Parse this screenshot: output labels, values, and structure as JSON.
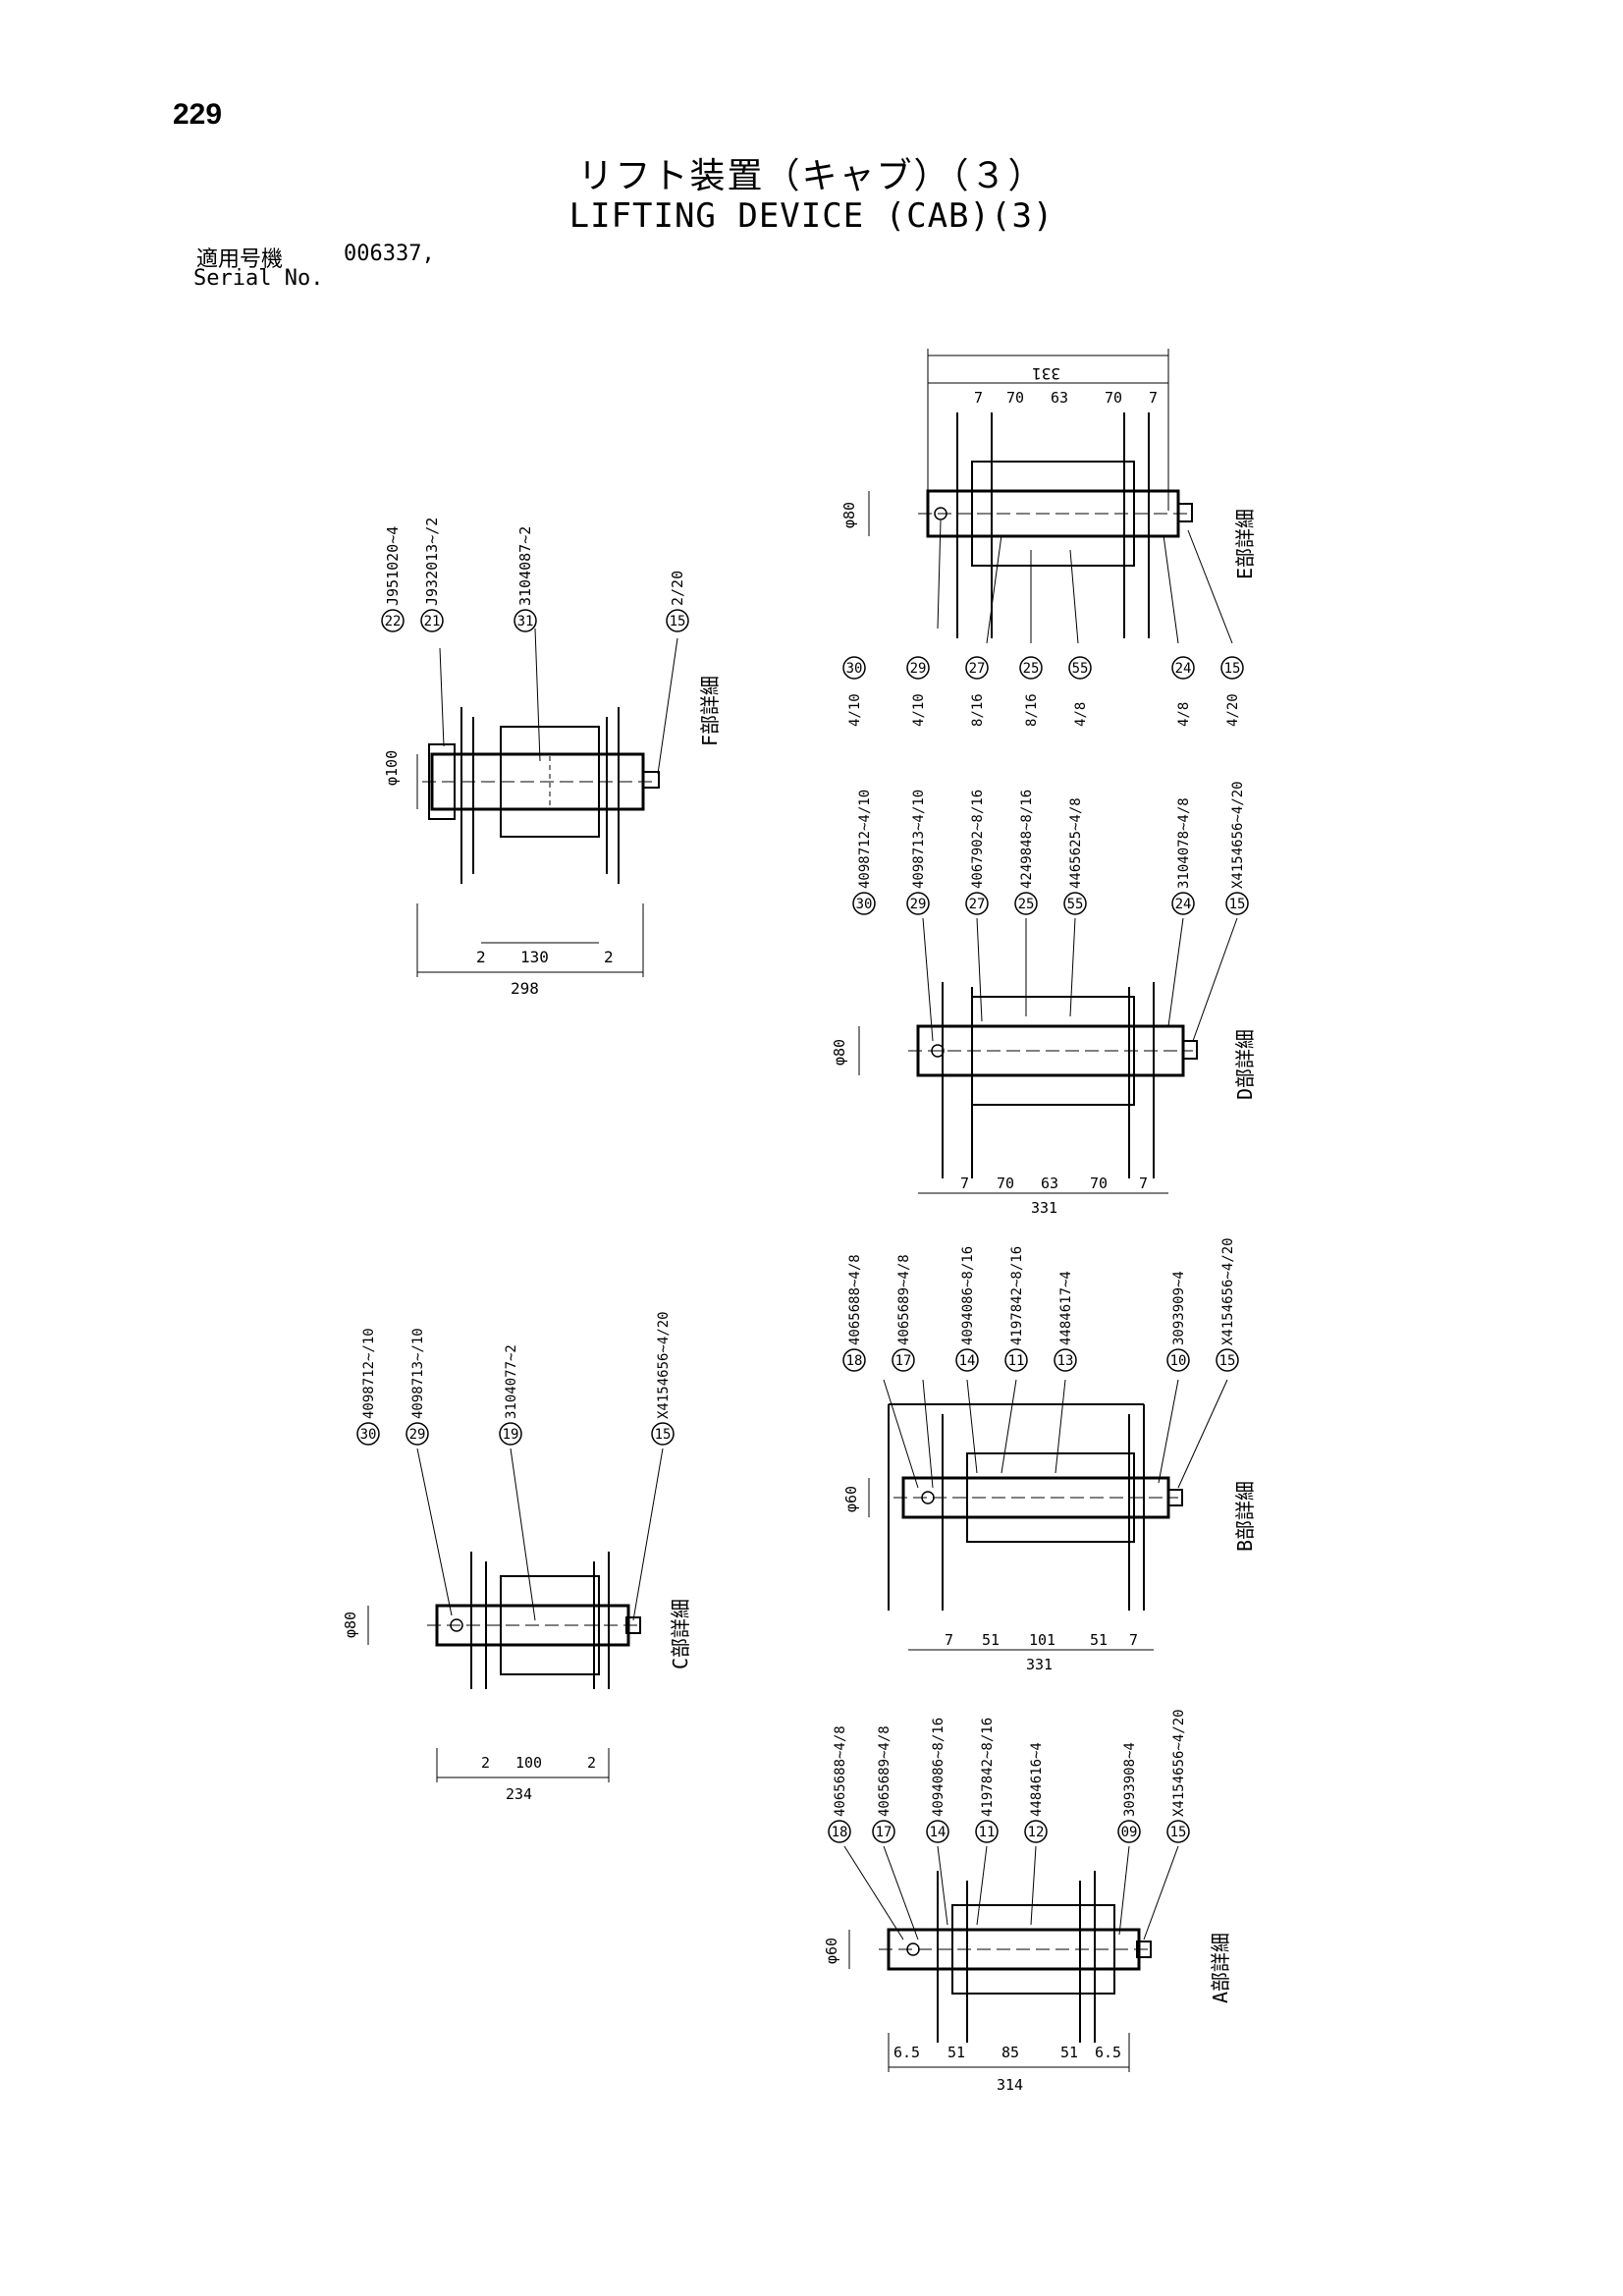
{
  "header": {
    "page_number": "229",
    "title_jp": "リフト装置（キャブ）（３）",
    "title_en": "LIFTING DEVICE (CAB)(3)",
    "serial_label_jp": "適用号機",
    "serial_value": "006337,",
    "serial_label_en": "Serial No."
  },
  "details": {
    "F": {
      "label": "F部詳細",
      "diameter": "φ100",
      "dims": [
        "2",
        "130",
        "2",
        "298"
      ],
      "callouts": [
        {
          "no": "22",
          "part": "J951020~4"
        },
        {
          "no": "21",
          "part": "J932013~/2"
        },
        {
          "no": "31",
          "part": "3104087~2"
        },
        {
          "no": "15",
          "part": "2/20"
        }
      ]
    },
    "E": {
      "label": "E部詳細",
      "diameter": "φ80",
      "dims": [
        "7",
        "70",
        "63",
        "70",
        "7",
        "331"
      ],
      "callouts": [
        {
          "no": "30",
          "part": "4/10"
        },
        {
          "no": "29",
          "part": "4/10"
        },
        {
          "no": "27",
          "part": "8/16"
        },
        {
          "no": "25",
          "part": "8/16"
        },
        {
          "no": "55",
          "part": "4/8"
        },
        {
          "no": "24",
          "part": "4/8"
        },
        {
          "no": "15",
          "part": "4/20"
        }
      ]
    },
    "D": {
      "label": "D部詳細",
      "diameter": "φ80",
      "dims": [
        "7",
        "70",
        "63",
        "70",
        "7",
        "331"
      ],
      "callouts": [
        {
          "no": "30",
          "part": "4098712~4/10"
        },
        {
          "no": "29",
          "part": "4098713~4/10"
        },
        {
          "no": "27",
          "part": "4067902~8/16"
        },
        {
          "no": "25",
          "part": "4249848~8/16"
        },
        {
          "no": "55",
          "part": "4465625~4/8"
        },
        {
          "no": "24",
          "part": "3104078~4/8"
        },
        {
          "no": "15",
          "part": "X4154656~4/20"
        }
      ]
    },
    "C": {
      "label": "C部詳細",
      "diameter": "φ80",
      "dims": [
        "2",
        "100",
        "2",
        "234"
      ],
      "callouts": [
        {
          "no": "30",
          "part": "4098712~/10"
        },
        {
          "no": "29",
          "part": "4098713~/10"
        },
        {
          "no": "19",
          "part": "3104077~2"
        },
        {
          "no": "15",
          "part": "X4154656~4/20"
        }
      ]
    },
    "B": {
      "label": "B部詳細",
      "diameter": "φ60",
      "dims": [
        "7",
        "51",
        "101",
        "51",
        "7",
        "331"
      ],
      "callouts": [
        {
          "no": "18",
          "part": "4065688~4/8"
        },
        {
          "no": "17",
          "part": "4065689~4/8"
        },
        {
          "no": "14",
          "part": "4094086~8/16"
        },
        {
          "no": "11",
          "part": "4197842~8/16"
        },
        {
          "no": "13",
          "part": "4484617~4"
        },
        {
          "no": "10",
          "part": "3093909~4"
        },
        {
          "no": "15",
          "part": "X4154656~4/20"
        }
      ]
    },
    "A": {
      "label": "A部詳細",
      "diameter": "φ60",
      "dims": [
        "6.5",
        "51",
        "85",
        "51",
        "6.5",
        "314"
      ],
      "callouts": [
        {
          "no": "18",
          "part": "4065688~4/8"
        },
        {
          "no": "17",
          "part": "4065689~4/8"
        },
        {
          "no": "14",
          "part": "4094086~8/16"
        },
        {
          "no": "11",
          "part": "4197842~8/16"
        },
        {
          "no": "12",
          "part": "4484616~4"
        },
        {
          "no": "09",
          "part": "3093908~4"
        },
        {
          "no": "15",
          "part": "X4154656~4/20"
        }
      ]
    }
  }
}
